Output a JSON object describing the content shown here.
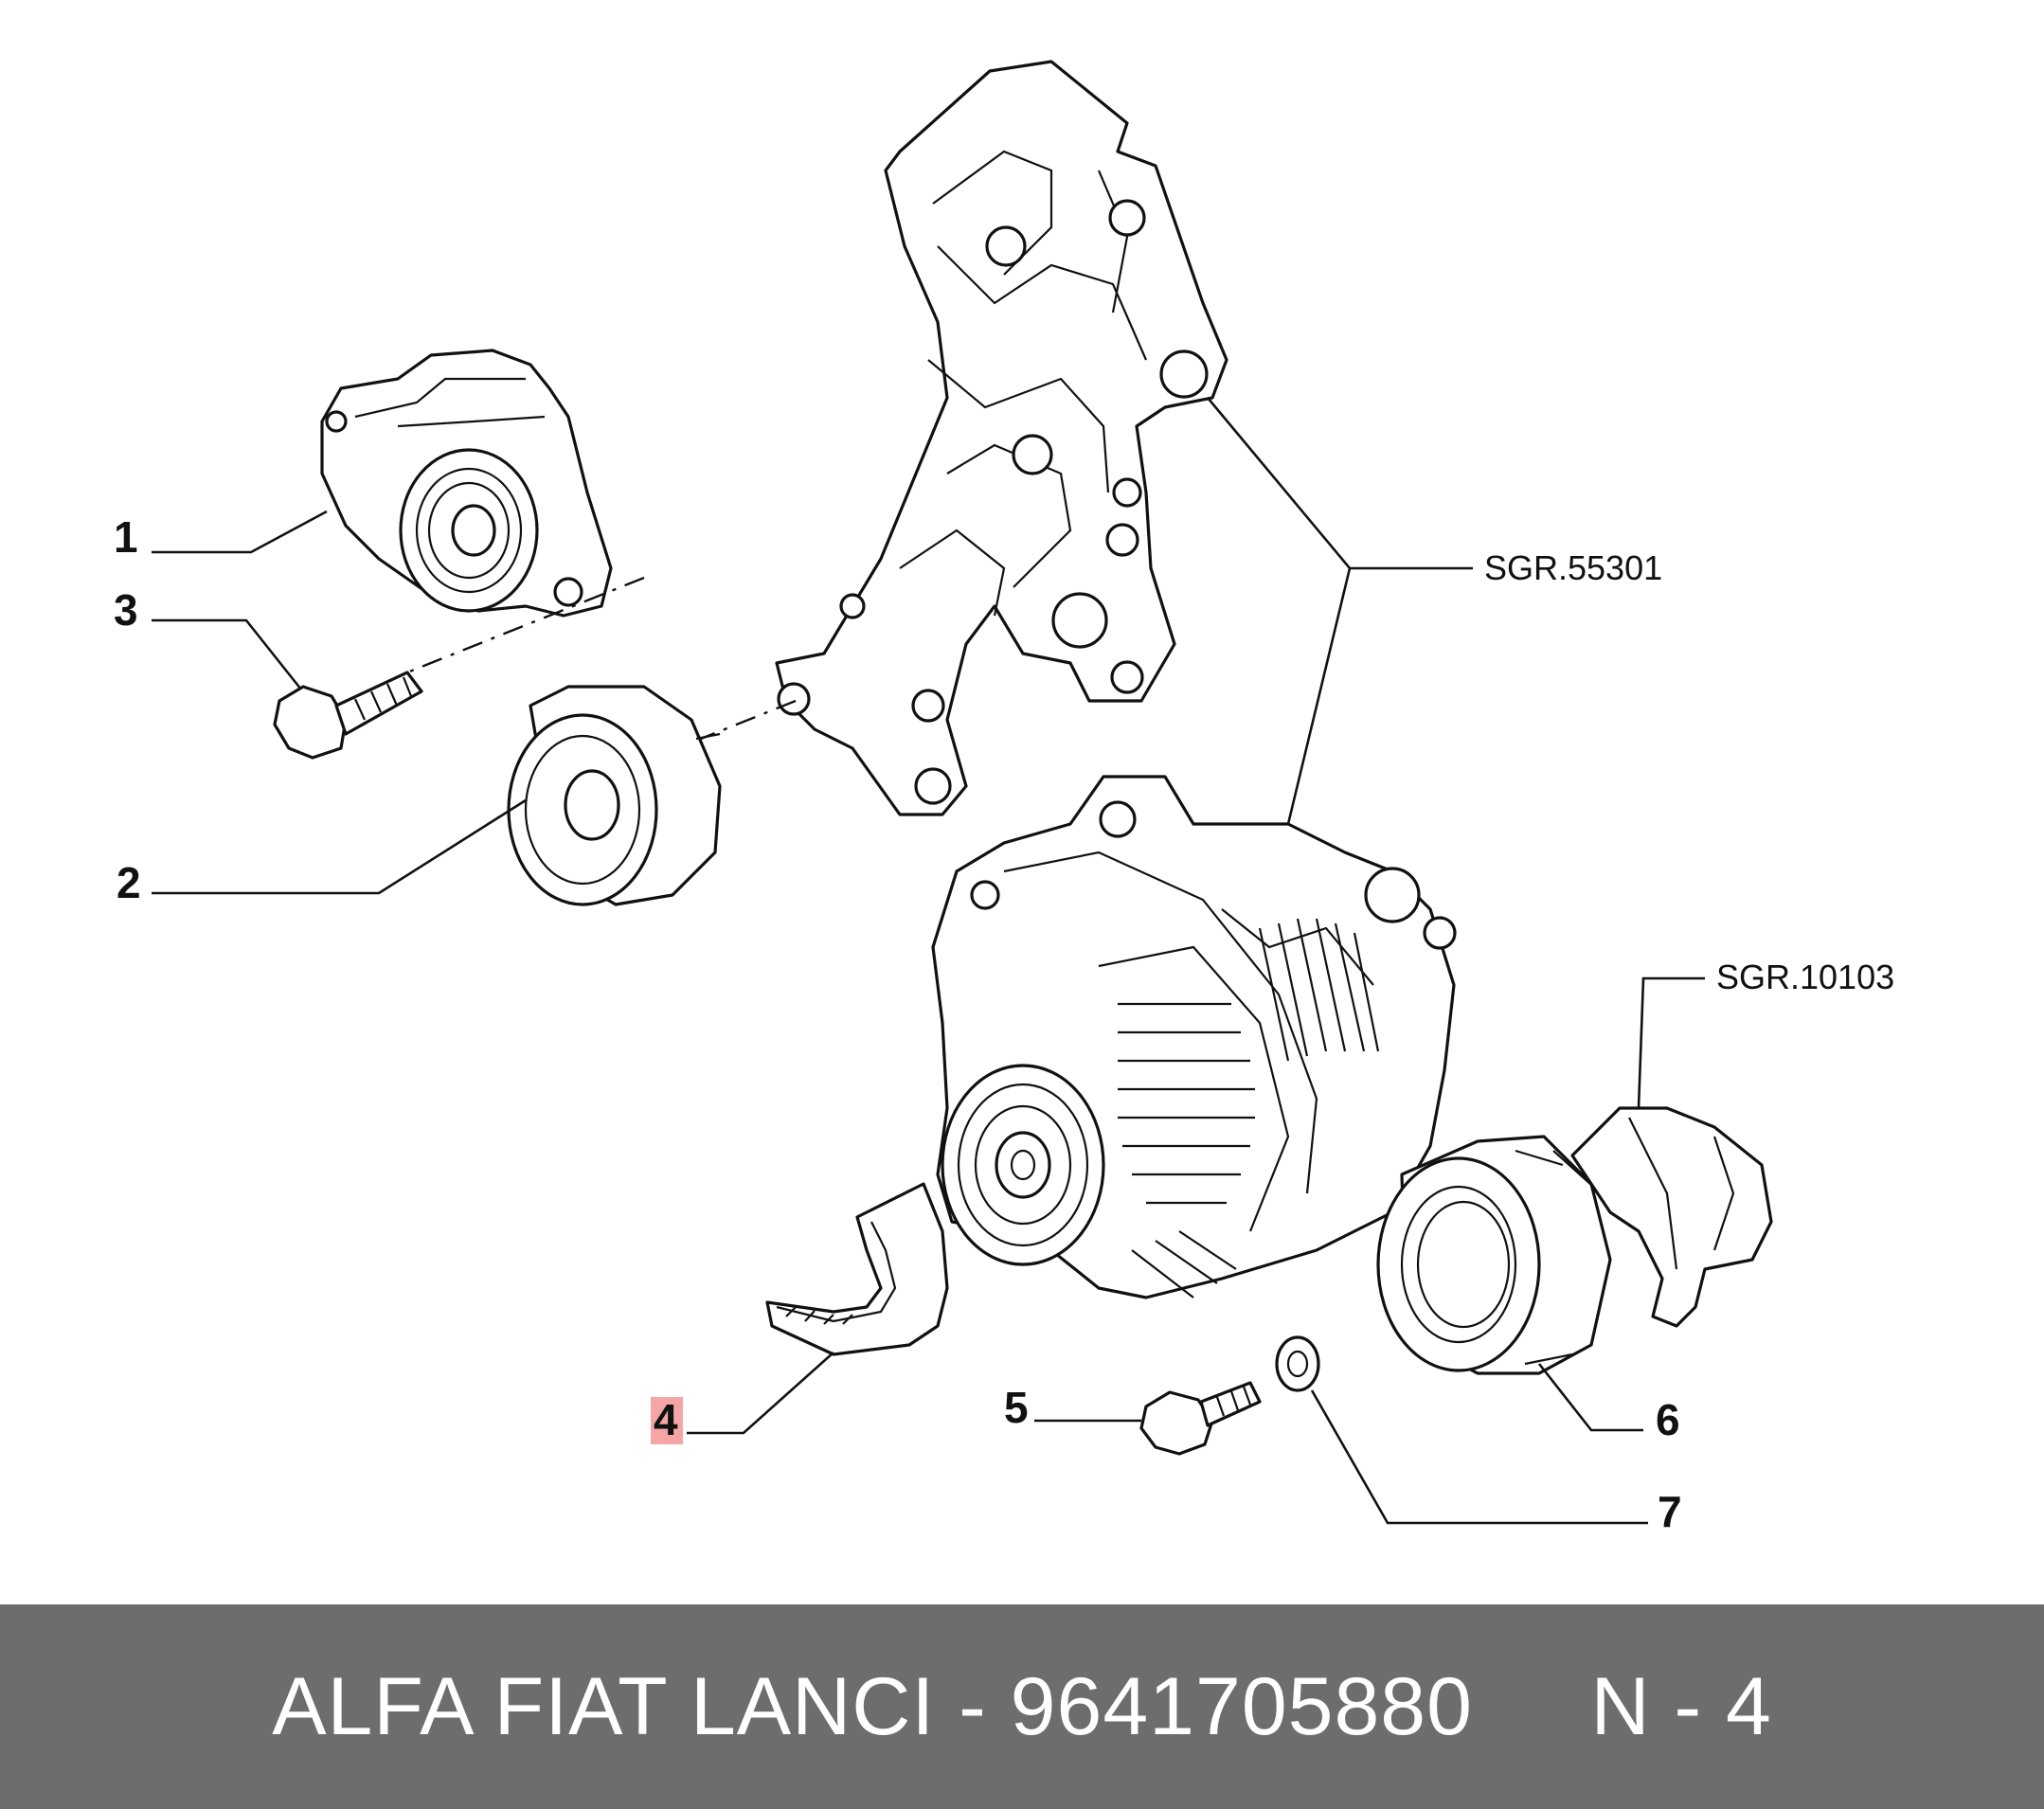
{
  "callouts": {
    "c1": "1",
    "c2": "2",
    "c3": "3",
    "c4": "4",
    "c5": "5",
    "c6": "6",
    "c7": "7"
  },
  "references": {
    "bracket": "SGR.55301",
    "alternator": "SGR.10103"
  },
  "highlight_color": "#f4a6a6",
  "footer": {
    "part_text": "ALFA FIAT LANCI - 9641705880",
    "position_text": "N - 4"
  }
}
